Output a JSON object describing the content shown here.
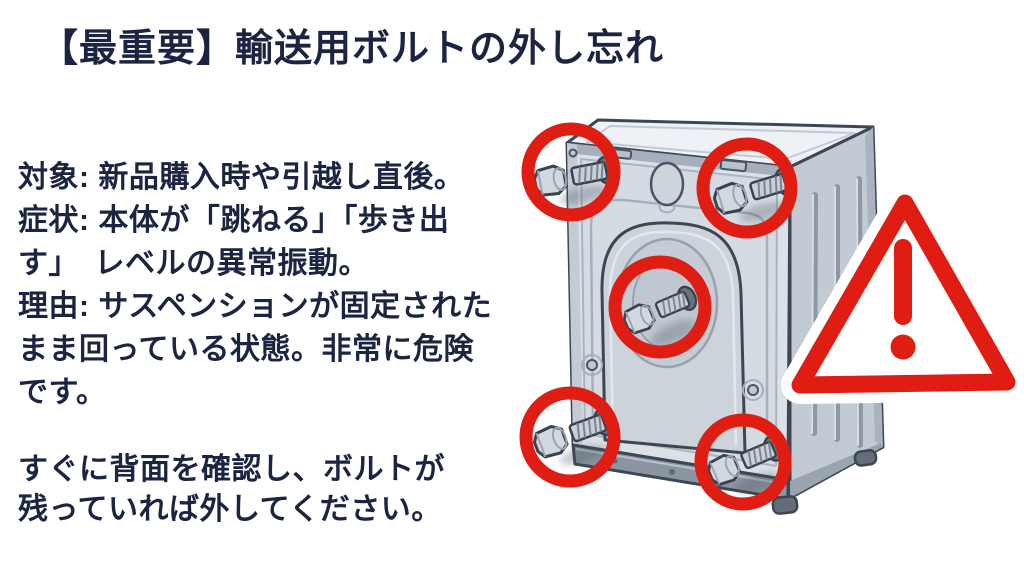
{
  "slide": {
    "background": "#ffffff",
    "title": "【最重要】輸送用ボルトの外し忘れ",
    "text_color": "#1b2441",
    "body_lines": [
      "対象: 新品購入時や引越し直後。",
      "症状: 本体が「跳ねる」「歩き出",
      "す」　レベルの異常振動。",
      "理由: サスペンションが固定された",
      "まま回っている状態。非常に危険",
      "です。"
    ],
    "footer_lines": [
      "すぐに背面を確認し、ボルトが",
      "残っていれば外してください。"
    ],
    "illustration": {
      "type": "washing-machine-rear-view",
      "highlighted_bolt_count": 5,
      "icons": [
        "bolt-highlight-circle",
        "warning-triangle-icon",
        "transport-bolt-icon"
      ],
      "highlight_color": "#e01d12",
      "machine_outline_color": "#3d4754"
    }
  }
}
